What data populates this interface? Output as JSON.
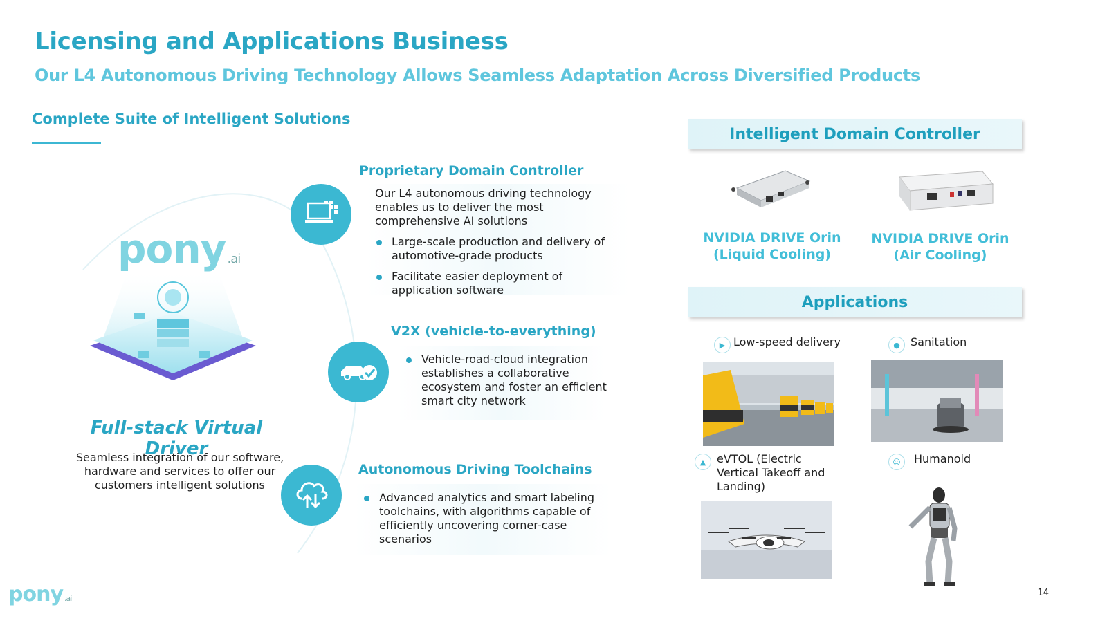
{
  "title": "Licensing and Applications Business",
  "subtitle": "Our L4 Autonomous Driving Technology Allows Seamless Adaptation Across Diversified Products",
  "left": {
    "heading": "Complete Suite of Intelligent Solutions",
    "logo_text": "pony",
    "logo_suffix": ".ai",
    "product_title": "Full-stack Virtual Driver",
    "product_desc": "Seamless integration of our software, hardware and services to offer our customers intelligent solutions"
  },
  "sections": [
    {
      "title": "Proprietary Domain Controller",
      "intro": "Our L4 autonomous driving technology enables us to deliver the most comprehensive AI solutions",
      "bullets": [
        "Large-scale production and delivery of automotive-grade products",
        "Facilitate easier deployment of application software"
      ]
    },
    {
      "title": "V2X (vehicle-to-everything)",
      "bullets": [
        "Vehicle-road-cloud integration establishes a collaborative ecosystem and foster an efficient smart city network"
      ]
    },
    {
      "title": "Autonomous Driving Toolchains",
      "bullets": [
        "Advanced analytics and smart labeling toolchains, with algorithms capable of efficiently uncovering corner-case scenarios"
      ]
    }
  ],
  "right": {
    "controller_header": "Intelligent Domain  Controller",
    "products": [
      "NVIDIA DRIVE Orin (Liquid Cooling)",
      "NVIDIA DRIVE Orin (Air Cooling)"
    ],
    "applications_header": "Applications",
    "applications": [
      "Low-speed delivery",
      "Sanitation",
      "eVTOL (Electric Vertical Takeoff and Landing)",
      "Humanoid"
    ]
  },
  "footer": {
    "logo_text": "pony",
    "logo_suffix": ".ai",
    "page_number": "14"
  }
}
